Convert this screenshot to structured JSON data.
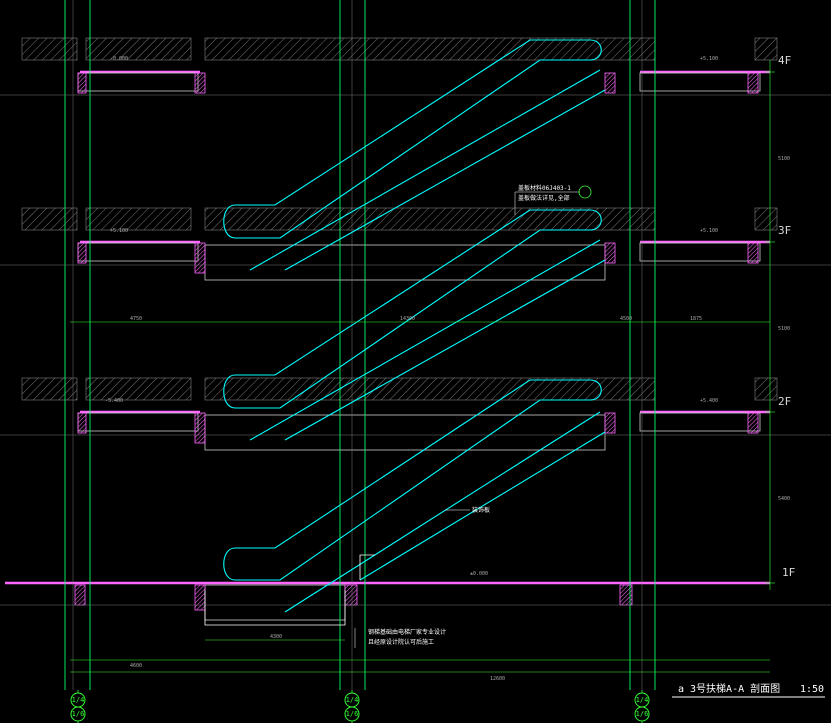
{
  "drawing": {
    "floor_levels": [
      "4F",
      "3F",
      "2F",
      "1F"
    ],
    "notes": {
      "top_note_line1": "盖板材料06J403-1",
      "top_note_line2": "盖板做法详见,全部",
      "skirt_label": "装饰板",
      "bottom_note_line1": "钢梯基础由电梯厂家专业设计",
      "bottom_note_line2": "且经原设计院认可后施工"
    },
    "axis_tags": [
      "1/4",
      "1/6",
      "1/4",
      "1/6",
      "1/4",
      "1/6"
    ],
    "title": "a 3号扶梯A-A 剖面图",
    "scale": "1:50",
    "colors": {
      "background": "#000000",
      "cyan": "#00ffff",
      "green": "#33ff33",
      "magenta": "#ff66ff",
      "hatch": "#777777"
    }
  }
}
